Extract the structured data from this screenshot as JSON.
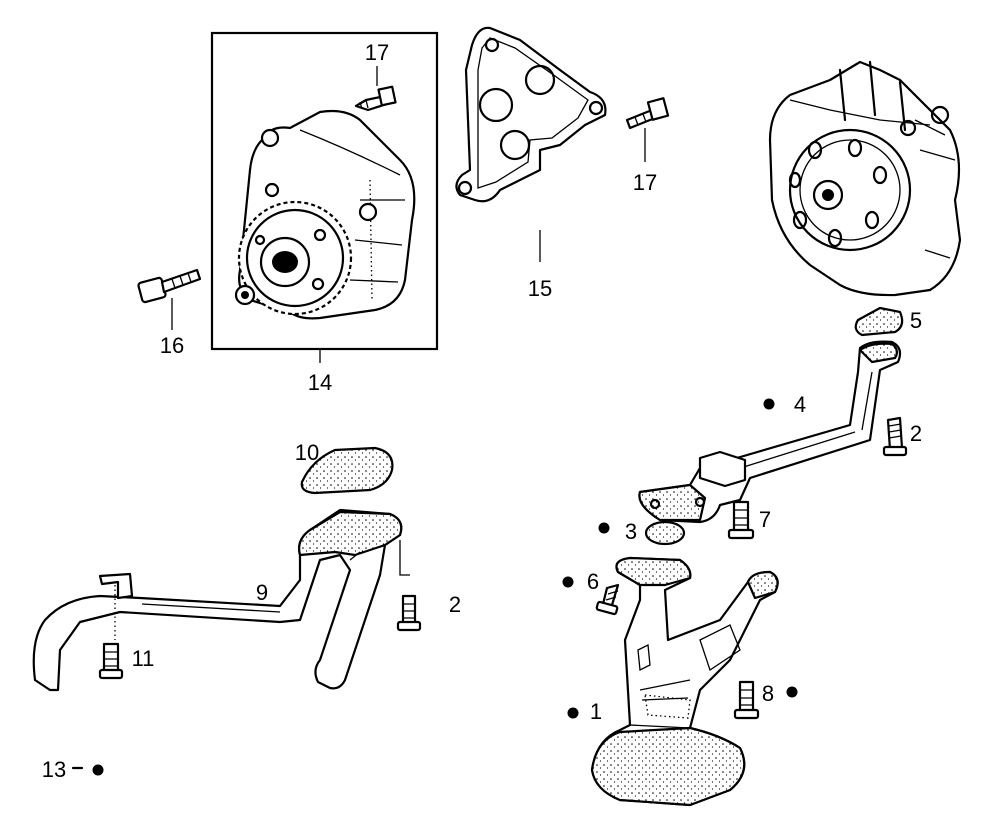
{
  "labels": {
    "l1": "1",
    "l2a": "2",
    "l2b": "2",
    "l3": "3",
    "l4": "4",
    "l5": "5",
    "l6": "6",
    "l7": "7",
    "l8": "8",
    "l9": "9",
    "l10": "10",
    "l11": "11",
    "l13": "13",
    "l14": "14",
    "l15": "15",
    "l16": "16",
    "l17a": "17",
    "l17b": "17"
  },
  "marker_icon": "filled-dot",
  "colors": {
    "ink": "#000000",
    "paper": "#ffffff"
  }
}
